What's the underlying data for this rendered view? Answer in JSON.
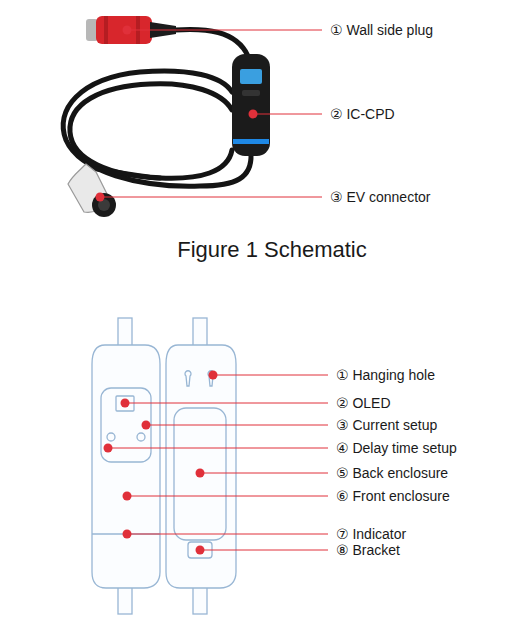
{
  "diagram": {
    "caption": "Figure 1 Schematic",
    "labels": [
      "① Wall side plug",
      "② IC-CPD",
      "③ EV connector",
      "① Hanging hole",
      "② OLED",
      "③ Current setup",
      "④ Delay time setup",
      "⑤ Back enclosure",
      "⑥ Front enclosure",
      "⑦ Indicator",
      "⑧ Bracket"
    ]
  }
}
